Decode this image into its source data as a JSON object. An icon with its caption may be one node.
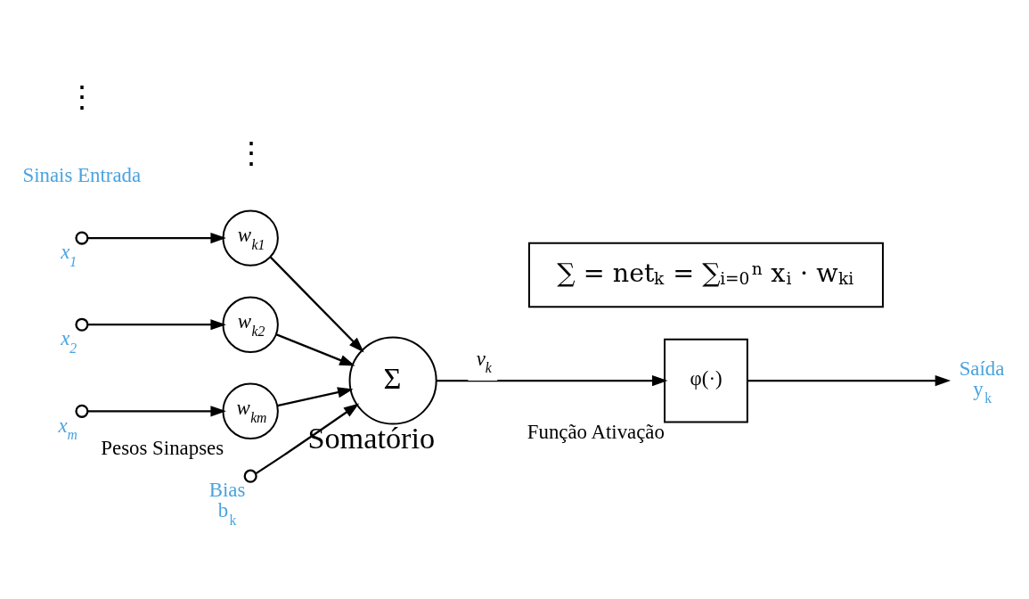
{
  "diagram": {
    "nodes": [
      {
        "text": [],
        "shape": "circle",
        "beside": [
          "x$_{1}$"
        ]
      },
      {
        "text": [],
        "shape": "circle",
        "beside": [
          "x$_{2}$"
        ]
      },
      {
        "text": [],
        "shape": "circle",
        "beside": [
          "x$_{m}$"
        ]
      },
      {
        "text": [
          "w$_{k1}$"
        ]
      },
      {
        "text": [
          "w$_{k2}$"
        ]
      },
      {
        "text": [
          "w$_{km}$"
        ],
        "beside": [
          "Pesos Sinapses"
        ]
      },
      {
        "text": [],
        "shape": "circle",
        "beside": [
          "Bias",
          "b$_{k}$"
        ]
      },
      {
        "text": [
          "Σ"
        ],
        "beside": [
          "Somatório"
        ]
      },
      {
        "text": [
          "φ(·)"
        ],
        "beside": [
          "Função Ativação"
        ]
      },
      {
        "text": [
          "Saída",
          "y$_{k}$"
        ]
      },
      {
        "text": [
          "∑ = net$_{k}$ = ∑$_{i=0}$$^{n}$ x$_{i}$ · w$_{ki}$"
        ]
      }
    ],
    "edges": [
      {
        "from": 0,
        "to": 3,
        "arrow": "to"
      },
      {
        "from": 1,
        "to": 4,
        "arrow": "to"
      },
      {
        "from": 2,
        "to": 5,
        "arrow": "to"
      },
      {
        "from": 3,
        "to": 7,
        "arrow": "to"
      },
      {
        "from": 4,
        "to": 7,
        "arrow": "to"
      },
      {
        "from": 5,
        "to": 7,
        "arrow": "to"
      },
      {
        "from": 6,
        "to": 7,
        "arrow": "to"
      },
      {
        "from": 7,
        "to": 8,
        "arrow": "to",
        "label": "v$_{k}$"
      },
      {
        "from": 8,
        "to": 9,
        "arrow": "to"
      }
    ],
    "labels": [
      "Sinais Entrada",
      "⋮",
      "⋮"
    ]
  }
}
